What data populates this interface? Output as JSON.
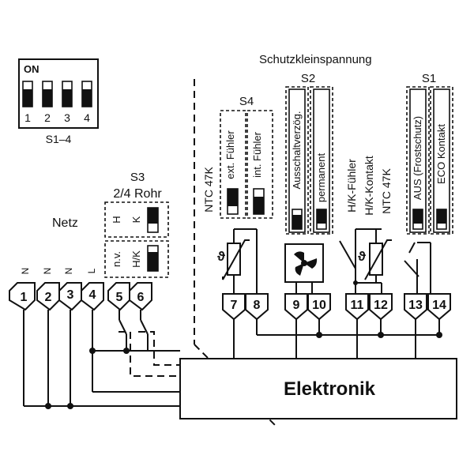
{
  "dip": {
    "on_label": "ON",
    "switch_numbers": [
      "1",
      "2",
      "3",
      "4"
    ],
    "caption": "S1–4"
  },
  "header": {
    "title": "Schutzkleinspannung",
    "s2": "S2",
    "s1": "S1",
    "s4": "S4"
  },
  "s3": {
    "title": "S3",
    "subtitle": "2/4 Rohr",
    "switch_a": [
      "H",
      "K"
    ],
    "switch_b": [
      "n.v.",
      "H/K"
    ]
  },
  "netz_label": "Netz",
  "line_labels": [
    "N",
    "N",
    "N",
    "L"
  ],
  "s4_switches": {
    "left": "ext. Fühler",
    "right": "int. Fühler"
  },
  "s2_switches": {
    "left": "Ausschaltverzög.",
    "right": "permanent"
  },
  "s1_switches": {
    "left": "AUS (Frostschutz)",
    "right": "ECO Kontakt"
  },
  "vertical_labels": {
    "ntc_left": "NTC 47K",
    "hk_fuehler": "H/K-Fühler",
    "hk_kontakt": "H/K-Kontakt",
    "ntc_right": "NTC  47K"
  },
  "terminals": [
    "1",
    "2",
    "3",
    "4",
    "5",
    "6",
    "7",
    "8",
    "9",
    "10",
    "11",
    "12",
    "13",
    "14"
  ],
  "electronics_label": "Elektronik"
}
